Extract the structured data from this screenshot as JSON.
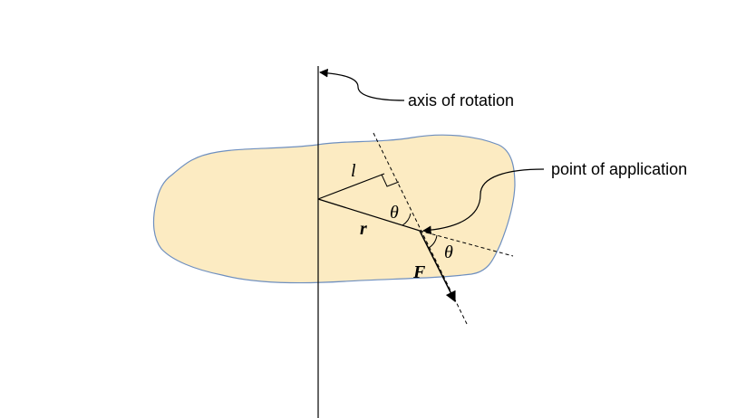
{
  "labels": {
    "axis": "axis of rotation",
    "point": "point of application",
    "l": "l",
    "r": "r",
    "F": "F",
    "theta1": "θ",
    "theta2": "θ"
  },
  "colors": {
    "body_fill": "#FCEBC2",
    "body_stroke": "#6E8FBF",
    "line": "#000000"
  }
}
